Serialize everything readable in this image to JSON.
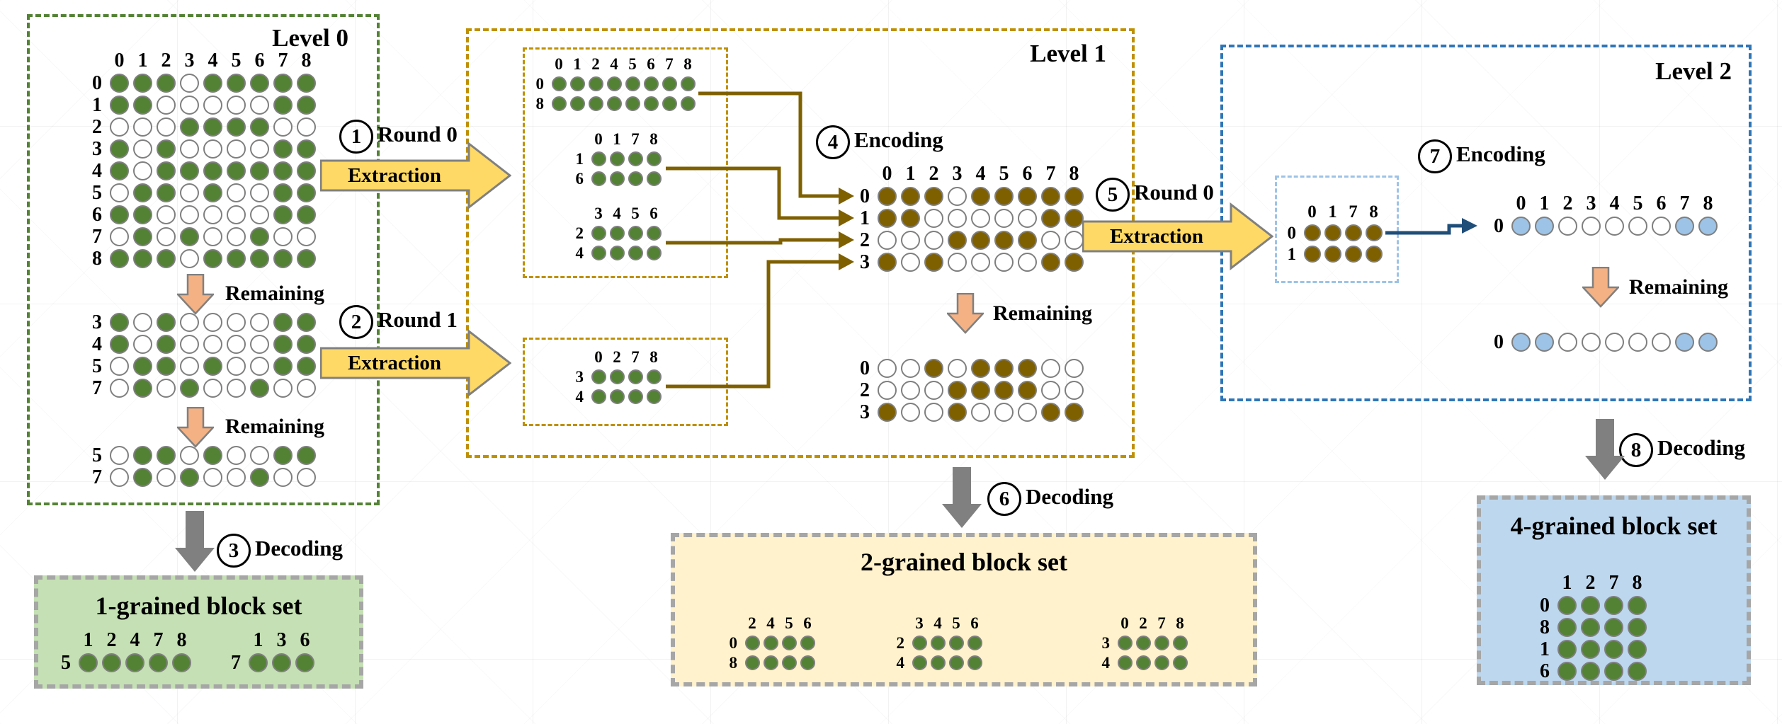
{
  "palette": {
    "green": "#548235",
    "olive": "#7F6000",
    "light_blue": "#9DC3E6",
    "blue_border": "#2E75B6",
    "gold_border": "#BF9000",
    "dot_stroke": "#7F7F7F",
    "extract_fill": "#FFD966",
    "remaining_fill": "#F4B183",
    "decode_fill": "#808080",
    "arrow_stroke": "#808080",
    "connector_olive": "#7F6000",
    "connector_blue": "#1F4E79",
    "set1_bg": "#C5E0B4",
    "set2_bg": "#FFF2CC",
    "set4_bg": "#BDD7EE",
    "set_border": "#A6A6A6",
    "text": "#000000"
  },
  "levels": {
    "level0": {
      "label": "Level 0"
    },
    "level1": {
      "label": "Level 1"
    },
    "level2": {
      "label": "Level 2"
    }
  },
  "labels": {
    "remaining": "Remaining",
    "extraction": "Extraction"
  },
  "steps": {
    "s1": {
      "num": "1",
      "title": "Round 0"
    },
    "s2": {
      "num": "2",
      "title": "Round 1"
    },
    "s3": {
      "num": "3",
      "title": "Decoding"
    },
    "s4": {
      "num": "4",
      "title": "Encoding"
    },
    "s5": {
      "num": "5",
      "title": "Round 0"
    },
    "s6": {
      "num": "6",
      "title": "Decoding"
    },
    "s7": {
      "num": "7",
      "title": "Encoding"
    },
    "s8": {
      "num": "8",
      "title": "Decoding"
    }
  },
  "sets": {
    "set1": {
      "title": "1-grained block set"
    },
    "set2": {
      "title": "2-grained block set"
    },
    "set4": {
      "title": "4-grained block set"
    }
  },
  "matrices": {
    "level0_source": {
      "color": "green",
      "col_labels": [
        "0",
        "1",
        "2",
        "3",
        "4",
        "5",
        "6",
        "7",
        "8"
      ],
      "rows": [
        {
          "label": "0",
          "cells": "111011111"
        },
        {
          "label": "1",
          "cells": "110000011"
        },
        {
          "label": "2",
          "cells": "000111100"
        },
        {
          "label": "3",
          "cells": "101000011"
        },
        {
          "label": "4",
          "cells": "101111111"
        },
        {
          "label": "5",
          "cells": "011010011"
        },
        {
          "label": "6",
          "cells": "110000011"
        },
        {
          "label": "7",
          "cells": "010100100"
        },
        {
          "label": "8",
          "cells": "111011111"
        }
      ]
    },
    "level0_remaining1": {
      "color": "green",
      "rows": [
        {
          "label": "3",
          "cells": "101000011"
        },
        {
          "label": "4",
          "cells": "101000011"
        },
        {
          "label": "5",
          "cells": "011010011"
        },
        {
          "label": "7",
          "cells": "010100100"
        }
      ]
    },
    "level0_remaining2": {
      "color": "green",
      "rows": [
        {
          "label": "5",
          "cells": "011010011"
        },
        {
          "label": "7",
          "cells": "010100100"
        }
      ]
    },
    "set1_block1": {
      "color": "green",
      "col_labels": [
        "1",
        "2",
        "4",
        "7",
        "8"
      ],
      "rows": [
        {
          "label": "5",
          "cells": "11111"
        }
      ]
    },
    "set1_block2": {
      "color": "green",
      "col_labels": [
        "1",
        "3",
        "6"
      ],
      "rows": [
        {
          "label": "7",
          "cells": "111"
        }
      ]
    },
    "round0_block1": {
      "color": "green",
      "col_labels": [
        "0",
        "1",
        "2",
        "4",
        "5",
        "6",
        "7",
        "8"
      ],
      "rows": [
        {
          "label": "0",
          "cells": "11111111"
        },
        {
          "label": "8",
          "cells": "11111111"
        }
      ]
    },
    "round0_block2": {
      "color": "green",
      "col_labels": [
        "0",
        "1",
        "7",
        "8"
      ],
      "rows": [
        {
          "label": "1",
          "cells": "1111"
        },
        {
          "label": "6",
          "cells": "1111"
        }
      ]
    },
    "round0_block3": {
      "color": "green",
      "col_labels": [
        "3",
        "4",
        "5",
        "6"
      ],
      "rows": [
        {
          "label": "2",
          "cells": "1111"
        },
        {
          "label": "4",
          "cells": "1111"
        }
      ]
    },
    "round1_block1": {
      "color": "green",
      "col_labels": [
        "0",
        "2",
        "7",
        "8"
      ],
      "rows": [
        {
          "label": "3",
          "cells": "1111"
        },
        {
          "label": "4",
          "cells": "1111"
        }
      ]
    },
    "level1_encoded": {
      "color": "olive",
      "col_labels": [
        "0",
        "1",
        "2",
        "3",
        "4",
        "5",
        "6",
        "7",
        "8"
      ],
      "rows": [
        {
          "label": "0",
          "cells": "111011111"
        },
        {
          "label": "1",
          "cells": "110000011"
        },
        {
          "label": "2",
          "cells": "000111100"
        },
        {
          "label": "3",
          "cells": "101000011"
        }
      ]
    },
    "level1_remaining": {
      "color": "olive",
      "rows": [
        {
          "label": "0",
          "cells": "001011100"
        },
        {
          "label": "2",
          "cells": "000111100"
        },
        {
          "label": "3",
          "cells": "100100011"
        }
      ]
    },
    "set2_block1": {
      "color": "green",
      "col_labels": [
        "2",
        "4",
        "5",
        "6"
      ],
      "rows": [
        {
          "label": "0",
          "cells": "1111"
        },
        {
          "label": "8",
          "cells": "1111"
        }
      ]
    },
    "set2_block2": {
      "color": "green",
      "col_labels": [
        "3",
        "4",
        "5",
        "6"
      ],
      "rows": [
        {
          "label": "2",
          "cells": "1111"
        },
        {
          "label": "4",
          "cells": "1111"
        }
      ]
    },
    "set2_block3": {
      "color": "green",
      "col_labels": [
        "0",
        "2",
        "7",
        "8"
      ],
      "rows": [
        {
          "label": "3",
          "cells": "1111"
        },
        {
          "label": "4",
          "cells": "1111"
        }
      ]
    },
    "level2_block": {
      "color": "olive",
      "col_labels": [
        "0",
        "1",
        "7",
        "8"
      ],
      "rows": [
        {
          "label": "0",
          "cells": "1111"
        },
        {
          "label": "1",
          "cells": "1111"
        }
      ]
    },
    "level2_encoded": {
      "color": "light_blue",
      "col_labels": [
        "0",
        "1",
        "2",
        "3",
        "4",
        "5",
        "6",
        "7",
        "8"
      ],
      "rows": [
        {
          "label": "0",
          "cells": "110000011"
        }
      ]
    },
    "level2_remaining": {
      "color": "light_blue",
      "rows": [
        {
          "label": "0",
          "cells": "110000011"
        }
      ]
    },
    "set4_block1": {
      "color": "green",
      "col_labels": [
        "1",
        "2",
        "7",
        "8"
      ],
      "rows": [
        {
          "label": "0",
          "cells": "1111"
        },
        {
          "label": "8",
          "cells": "1111"
        },
        {
          "label": "1",
          "cells": "1111"
        },
        {
          "label": "6",
          "cells": "1111"
        }
      ]
    }
  }
}
